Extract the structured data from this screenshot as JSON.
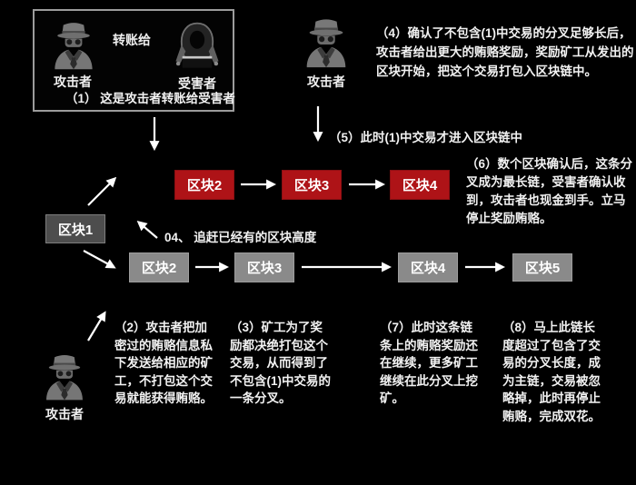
{
  "colors": {
    "background": "#000000",
    "fork_block_red": "#ae1317",
    "chain_block_gray": "#8a8a8a",
    "root_block_gray": "#4d4d4d",
    "text": "#f2f2f2",
    "box_border": "#9c9c9c"
  },
  "intro_box": {
    "attacker_label": "攻击者",
    "victim_label": "受害者",
    "transfer_label": "转账给",
    "caption": "（1） 这是攻击者转账给受害者"
  },
  "actors": {
    "top_attacker_label": "攻击者",
    "bottom_attacker_label": "攻击者"
  },
  "chain": {
    "root_block": "区块1",
    "red_blocks": [
      "区块2",
      "区块3",
      "区块4"
    ],
    "gray_blocks": [
      "区块2",
      "区块3",
      "区块4",
      "区块5"
    ],
    "catchup_note": "04、 追赶已经有的区块高度"
  },
  "annotations": {
    "step2": "（2）攻击者把加密过的贿赂信息私下发送给相应的矿工，不打包这个交易就能获得贿赂。",
    "step3": "（3）矿工为了奖励都决绝打包这个交易，从而得到了不包含(1)中交易的一条分叉。",
    "step4": "（4）确认了不包含(1)中交易的分叉足够长后，攻击者给出更大的贿赂奖励，奖励矿工从发出的区块开始，把这个交易打包入区块链中。",
    "step5": "（5）此时(1)中交易才进入区块链中",
    "step6": "（6）数个区块确认后，这条分叉成为最长链，受害者确认收到，攻击者也现金到手。立马停止奖励贿赂。",
    "step7": "（7）此时这条链条上的贿赂奖励还在继续，更多矿工继续在此分叉上挖矿。",
    "step8": "（8）马上此链长度超过了包含了交易的分叉长度，成为主链，交易被忽略掉，此时再停止贿赂，完成双花。"
  }
}
